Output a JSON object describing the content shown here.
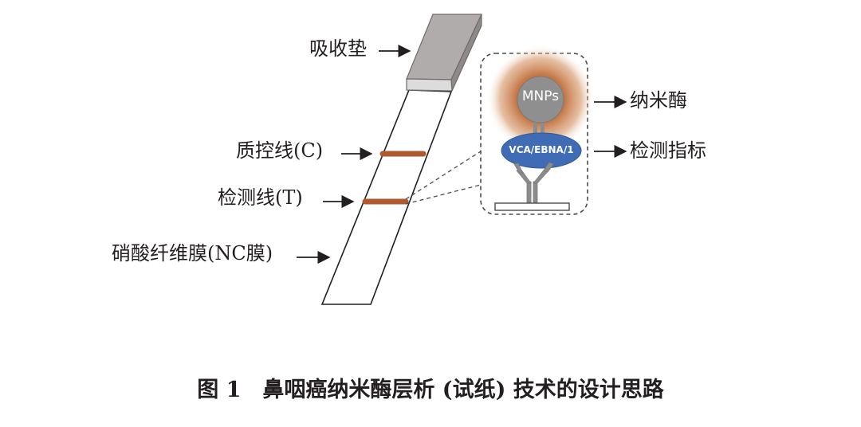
{
  "labels": {
    "absorbent_pad": "吸收垫",
    "control_line": "质控线(C)",
    "test_line": "检测线(T)",
    "membrane": "硝酸纤维膜(NC膜)",
    "nanozyme": "纳米酶",
    "target": "检测指标"
  },
  "inset": {
    "particle": "MNPs",
    "antigen": "VCA/EBNA/1"
  },
  "caption": "图 1　鼻咽癌纳米酶层析 (试纸) 技术的设计思路",
  "colors": {
    "pad_top": "#d2d2d2",
    "pad_side": "#9a9494",
    "band": "#b0592f",
    "halo": "#c8753e",
    "particle": "#9a9a9a",
    "antigen": "#3f6cb4",
    "antibody": "#8c8c8c",
    "ink": "#231f20"
  }
}
